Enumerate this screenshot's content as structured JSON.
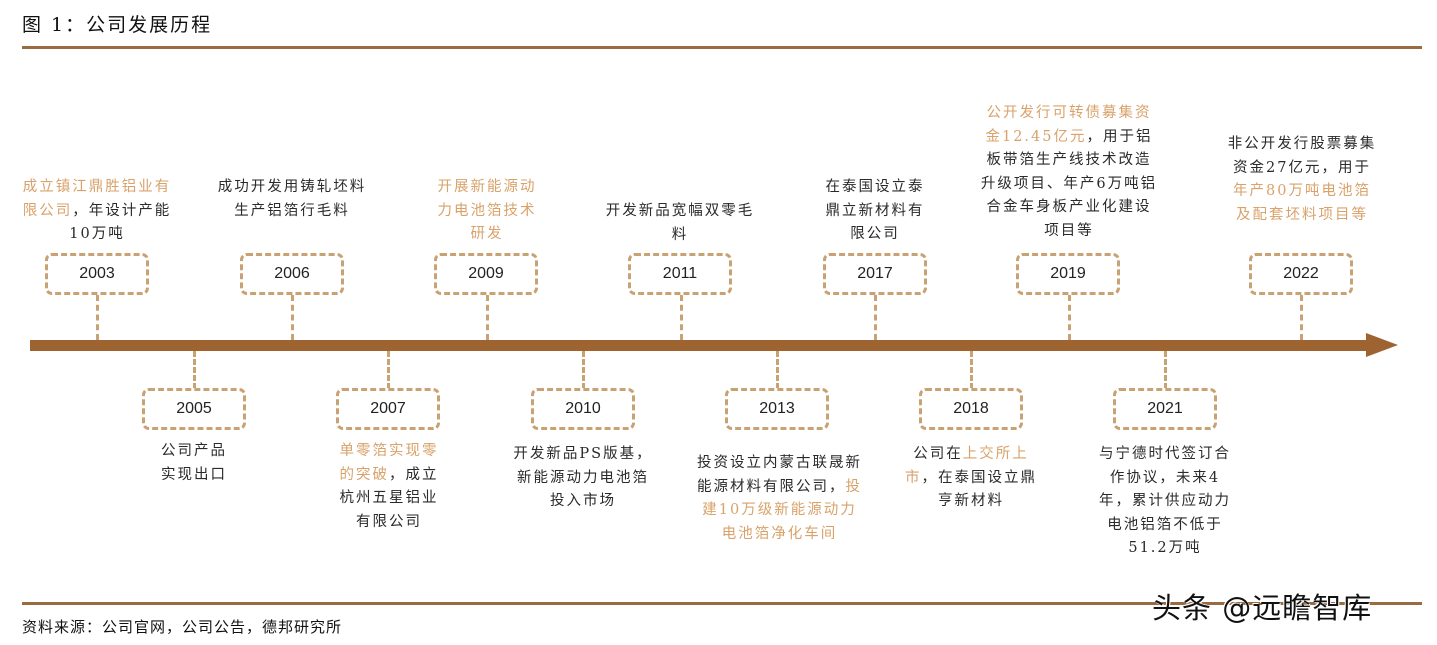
{
  "figure": {
    "title": "图 1：公司发展历程",
    "source": "资料来源：公司官网，公司公告，德邦研究所",
    "watermark": "头条 @远瞻智库",
    "colors": {
      "axis": "#9d6330",
      "rule": "#9a6a40",
      "dashed_border": "#c9a273",
      "highlight_text": "#d9a26a",
      "text": "#2a2a2a"
    }
  },
  "events": [
    {
      "year": "2003",
      "position": "top",
      "parts": [
        {
          "text": "成立镇江鼎胜铝业有限公司",
          "hl": true
        },
        {
          "text": "，年设计产能10万吨",
          "hl": false
        }
      ]
    },
    {
      "year": "2005",
      "position": "bottom",
      "parts": [
        {
          "text": "公司产品实现出口",
          "hl": false
        }
      ]
    },
    {
      "year": "2006",
      "position": "top",
      "parts": [
        {
          "text": "成功开发用铸轧坯料生产铝箔行毛料",
          "hl": false
        }
      ]
    },
    {
      "year": "2007",
      "position": "bottom",
      "parts": [
        {
          "text": "单零箔实现零的突破",
          "hl": true
        },
        {
          "text": "，成立杭州五星铝业有限公司",
          "hl": false
        }
      ]
    },
    {
      "year": "2009",
      "position": "top",
      "parts": [
        {
          "text": "开展新能源动力电池箔技术研发",
          "hl": true
        }
      ]
    },
    {
      "year": "2010",
      "position": "bottom",
      "parts": [
        {
          "text": "开发新品PS版基，新能源动力电池箔投入市场",
          "hl": false
        }
      ]
    },
    {
      "year": "2011",
      "position": "top",
      "parts": [
        {
          "text": "开发新品宽幅双零毛料",
          "hl": false
        }
      ]
    },
    {
      "year": "2013",
      "position": "bottom",
      "parts": [
        {
          "text": "投资设立内蒙古联晟新能源材料有限公司，",
          "hl": false
        },
        {
          "text": "投建10万级新能源动力电池箔净化车间",
          "hl": true
        }
      ]
    },
    {
      "year": "2017",
      "position": "top",
      "parts": [
        {
          "text": "在泰国设立泰鼎立新材料有限公司",
          "hl": false
        }
      ]
    },
    {
      "year": "2018",
      "position": "bottom",
      "parts": [
        {
          "text": "公司在",
          "hl": false
        },
        {
          "text": "上交所上市",
          "hl": true
        },
        {
          "text": "，在泰国设立鼎亨新材料",
          "hl": false
        }
      ]
    },
    {
      "year": "2019",
      "position": "top",
      "parts": [
        {
          "text": "公开发行可转债募集资金12.45亿元",
          "hl": true
        },
        {
          "text": "，用于铝板带箔生产线技术改造升级项目、年产6万吨铝合金车身板产业化建设项目等",
          "hl": false
        }
      ]
    },
    {
      "year": "2021",
      "position": "bottom",
      "parts": [
        {
          "text": "与宁德时代签订合作协议，未来4年，累计供应动力电池铝箔不低于51.2万吨",
          "hl": false
        }
      ]
    },
    {
      "year": "2022",
      "position": "top",
      "parts": [
        {
          "text": "非公开发行股票募集资金27亿元，用于",
          "hl": false
        },
        {
          "text": "年产80万吨电池箔及配套坯料项目等",
          "hl": true
        }
      ]
    }
  ]
}
